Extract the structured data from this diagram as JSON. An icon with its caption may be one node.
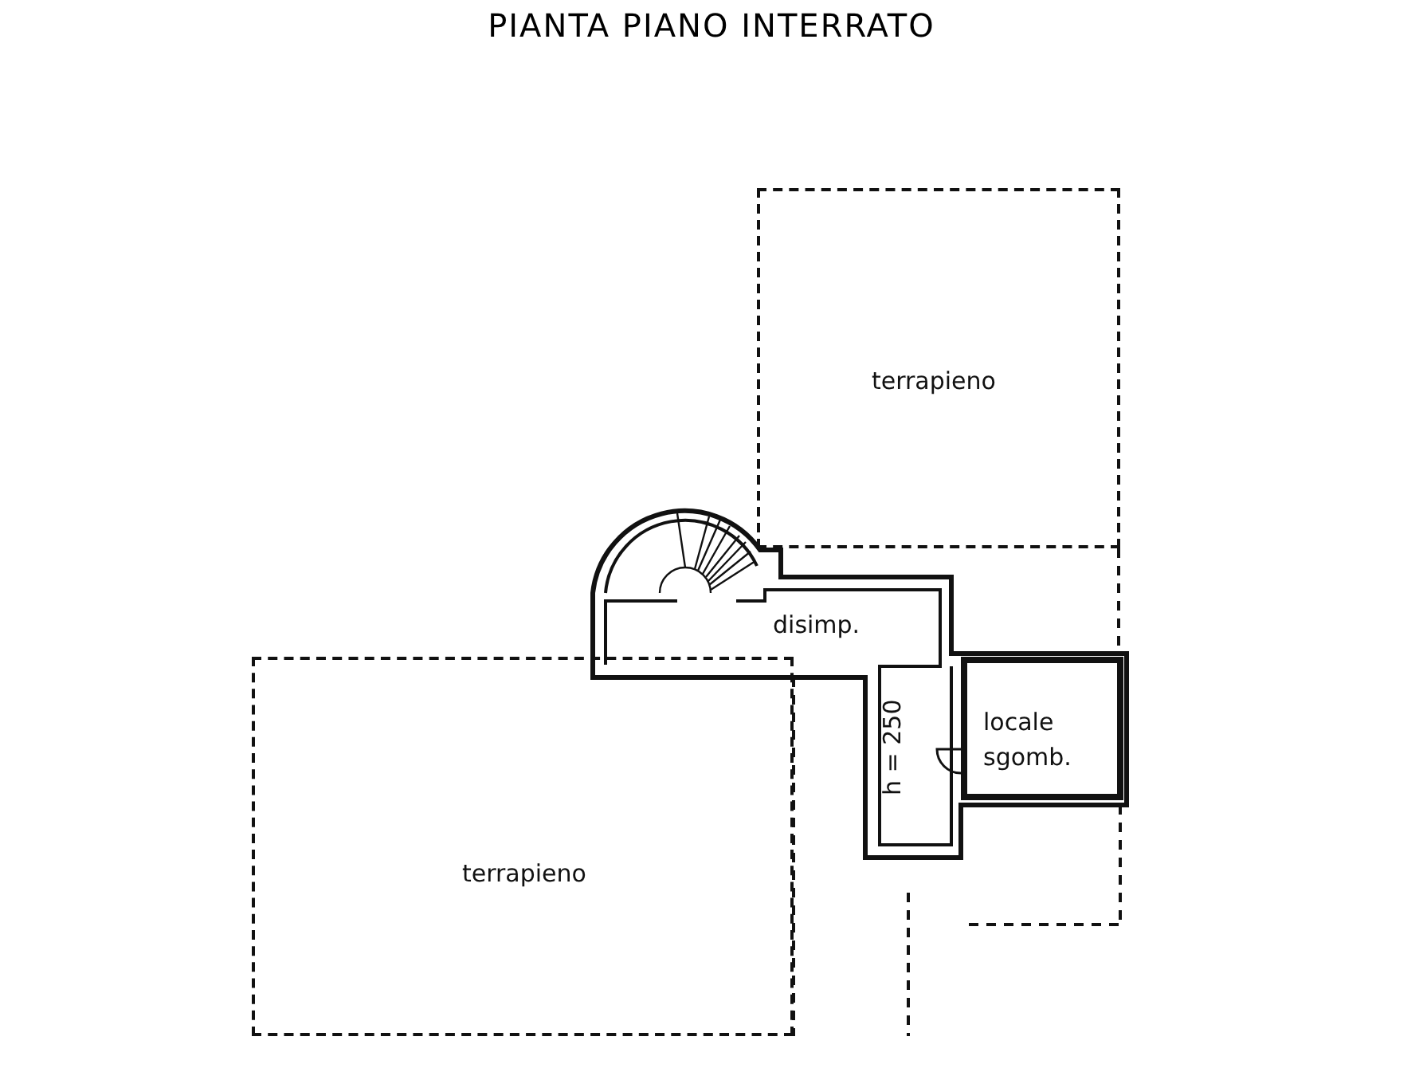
{
  "diagram": {
    "title": "PIANTA PIANO INTERRATO",
    "nodes": [
      {
        "text": [
          "terrapieno"
        ]
      },
      {
        "text": [
          "disimp."
        ]
      },
      {
        "text": [
          "locale sgomb."
        ]
      },
      {
        "text": [
          "terrapieno"
        ]
      }
    ],
    "labels": [
      "h = 250"
    ]
  }
}
